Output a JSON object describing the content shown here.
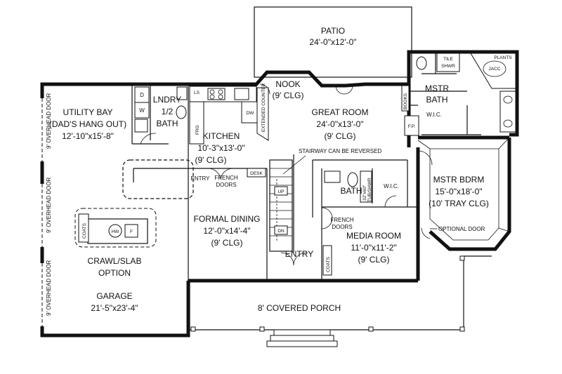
{
  "rooms": {
    "patio": {
      "name": "PATIO",
      "dims": "24'-0\"x12'-0\""
    },
    "nook": {
      "name": "NOOK",
      "clg": "(9' CLG)"
    },
    "great_room": {
      "name": "GREAT ROOM",
      "dims": "24'-0\"x13'-0\"",
      "clg": "(9' CLG)"
    },
    "utility_bay": {
      "name": "UTILITY BAY",
      "sub": "(DAD'S HANG OUT)",
      "dims": "12'-10\"x15'-8\""
    },
    "laundry": {
      "name": "LNDRY",
      "sub1": "1/2",
      "sub2": "BATH"
    },
    "kitchen": {
      "name": "KITCHEN",
      "dims": "10'-3\"x13'-0\"",
      "clg": "(9' CLG)"
    },
    "mstr_bath": {
      "name": "MSTR",
      "sub": "BATH"
    },
    "mstr_bdrm": {
      "name": "MSTR BDRM",
      "dims": "15'-0\"x18'-0\"",
      "clg": "(10' TRAY CLG)"
    },
    "formal_dining": {
      "name": "FORMAL DINING",
      "dims": "12'-0\"x14'-4\"",
      "clg": "(9' CLG)"
    },
    "media_room": {
      "name": "MEDIA ROOM",
      "dims": "11'-0\"x11'-2\"",
      "clg": "(9' CLG)"
    },
    "bath": {
      "name": "BATH"
    },
    "crawl": {
      "name": "CRAWL/SLAB",
      "sub": "OPTION"
    },
    "garage": {
      "name": "GARAGE",
      "dims": "21'-5\"x23'-4\""
    },
    "porch": {
      "name": "8' COVERED PORCH"
    }
  },
  "notes": {
    "stairway": "STAIRWAY CAN BE REVERSED",
    "optional_door": "OPTIONAL DOOR",
    "overhead_door": "9' OVERHEAD DOOR",
    "french_doors_1": "FRENCH",
    "french_doors_2": "DOORS",
    "entry": "ENTRY",
    "desk": "DESK",
    "up": "UP",
    "dn": "DN",
    "wic": "W.I.C.",
    "books": "BOOKS",
    "fp": "F.P.",
    "coats": "COATS",
    "hw": "HW",
    "f": "F",
    "tile": "TILE",
    "shwr": "SHWR",
    "jacc": "JACC",
    "plants": "PLANTS",
    "tub_shwr": "32\"x60\"",
    "tub_shwr_2": "TUB/SHWR",
    "d": "D",
    "w": "W",
    "ls": "LS",
    "dw": "DW",
    "frg": "FRG",
    "extended_counter": "EXTENDED COUNTER"
  }
}
